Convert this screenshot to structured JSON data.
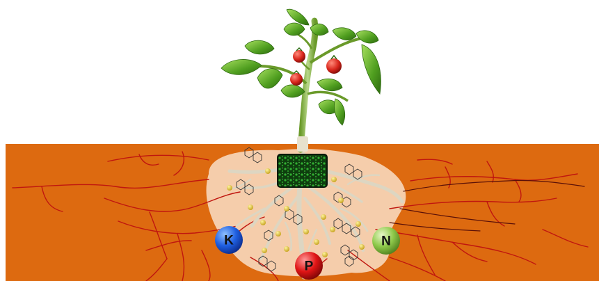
{
  "nutrients": [
    {
      "label": "K",
      "color": "#1f5fe0"
    },
    {
      "label": "P",
      "color": "#e01515"
    },
    {
      "label": "N",
      "color": "#8ec94a"
    }
  ],
  "colors": {
    "soil": "#dd6a10",
    "rhizosphere": "#f6d6b8",
    "hyphae": "#c0160f",
    "root": "#ddd6c2",
    "leaf": "#5aa826",
    "fruit": "#d8261c",
    "particle": "#d8b21a",
    "microscopy": "#1b7a1b"
  },
  "icons": [
    "tomato-plant-icon",
    "microscopy-inset-icon",
    "molecule-icon",
    "particle-icon"
  ]
}
